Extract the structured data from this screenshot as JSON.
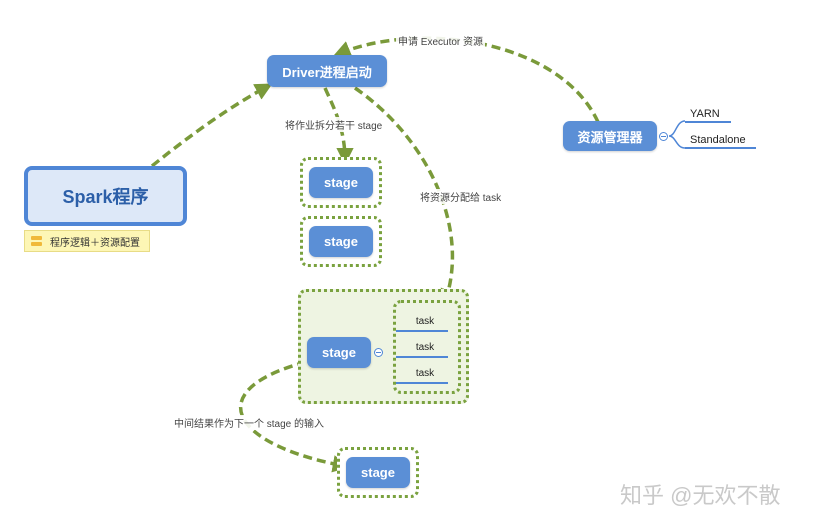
{
  "nodes": {
    "spark": "Spark程序",
    "driver": "Driver进程启动",
    "resource_manager": "资源管理器",
    "stage_1": "stage",
    "stage_2": "stage",
    "stage_3": "stage",
    "stage_4": "stage"
  },
  "note": {
    "text": "程序逻辑＋资源配置",
    "icon": "note-icon"
  },
  "edge_labels": {
    "apply_executor": "申请 Executor 资源",
    "split_stages": "将作业拆分若干 stage",
    "assign_tasks": "将资源分配给 task",
    "intermediate": "中间结果作为下一个 stage 的输入"
  },
  "resource_manager_children": [
    "YARN",
    "Standalone"
  ],
  "tasks": [
    "task",
    "task",
    "task"
  ],
  "watermark": "知乎 @无欢不散",
  "colors": {
    "node_blue": "#5b8fd6",
    "arrow_green": "#7a9a3a",
    "frame_green": "#7aa23f",
    "note_yellow": "#fdf6b5"
  }
}
